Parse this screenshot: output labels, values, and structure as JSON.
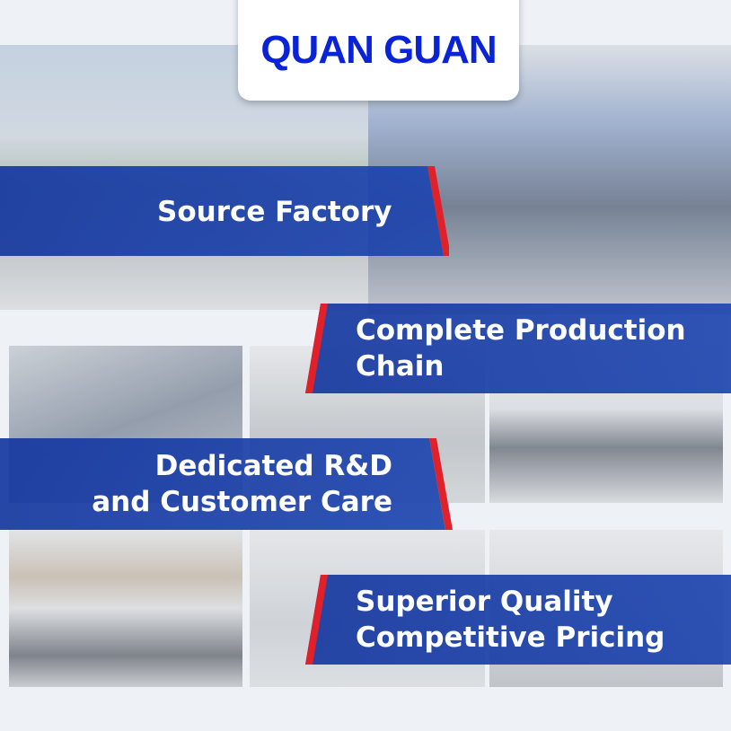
{
  "brand": {
    "title": "QUAN GUAN",
    "color": "#0a23d6"
  },
  "banners": [
    {
      "lines": [
        "Source Factory"
      ]
    },
    {
      "lines": [
        "Complete Production",
        "Chain"
      ]
    },
    {
      "lines": [
        "Dedicated R&D",
        "and Customer Care"
      ]
    },
    {
      "lines": [
        "Superior Quality",
        "Competitive Pricing"
      ]
    }
  ],
  "colors": {
    "banner": "#1a3ea5",
    "accent": "#e0212a"
  }
}
